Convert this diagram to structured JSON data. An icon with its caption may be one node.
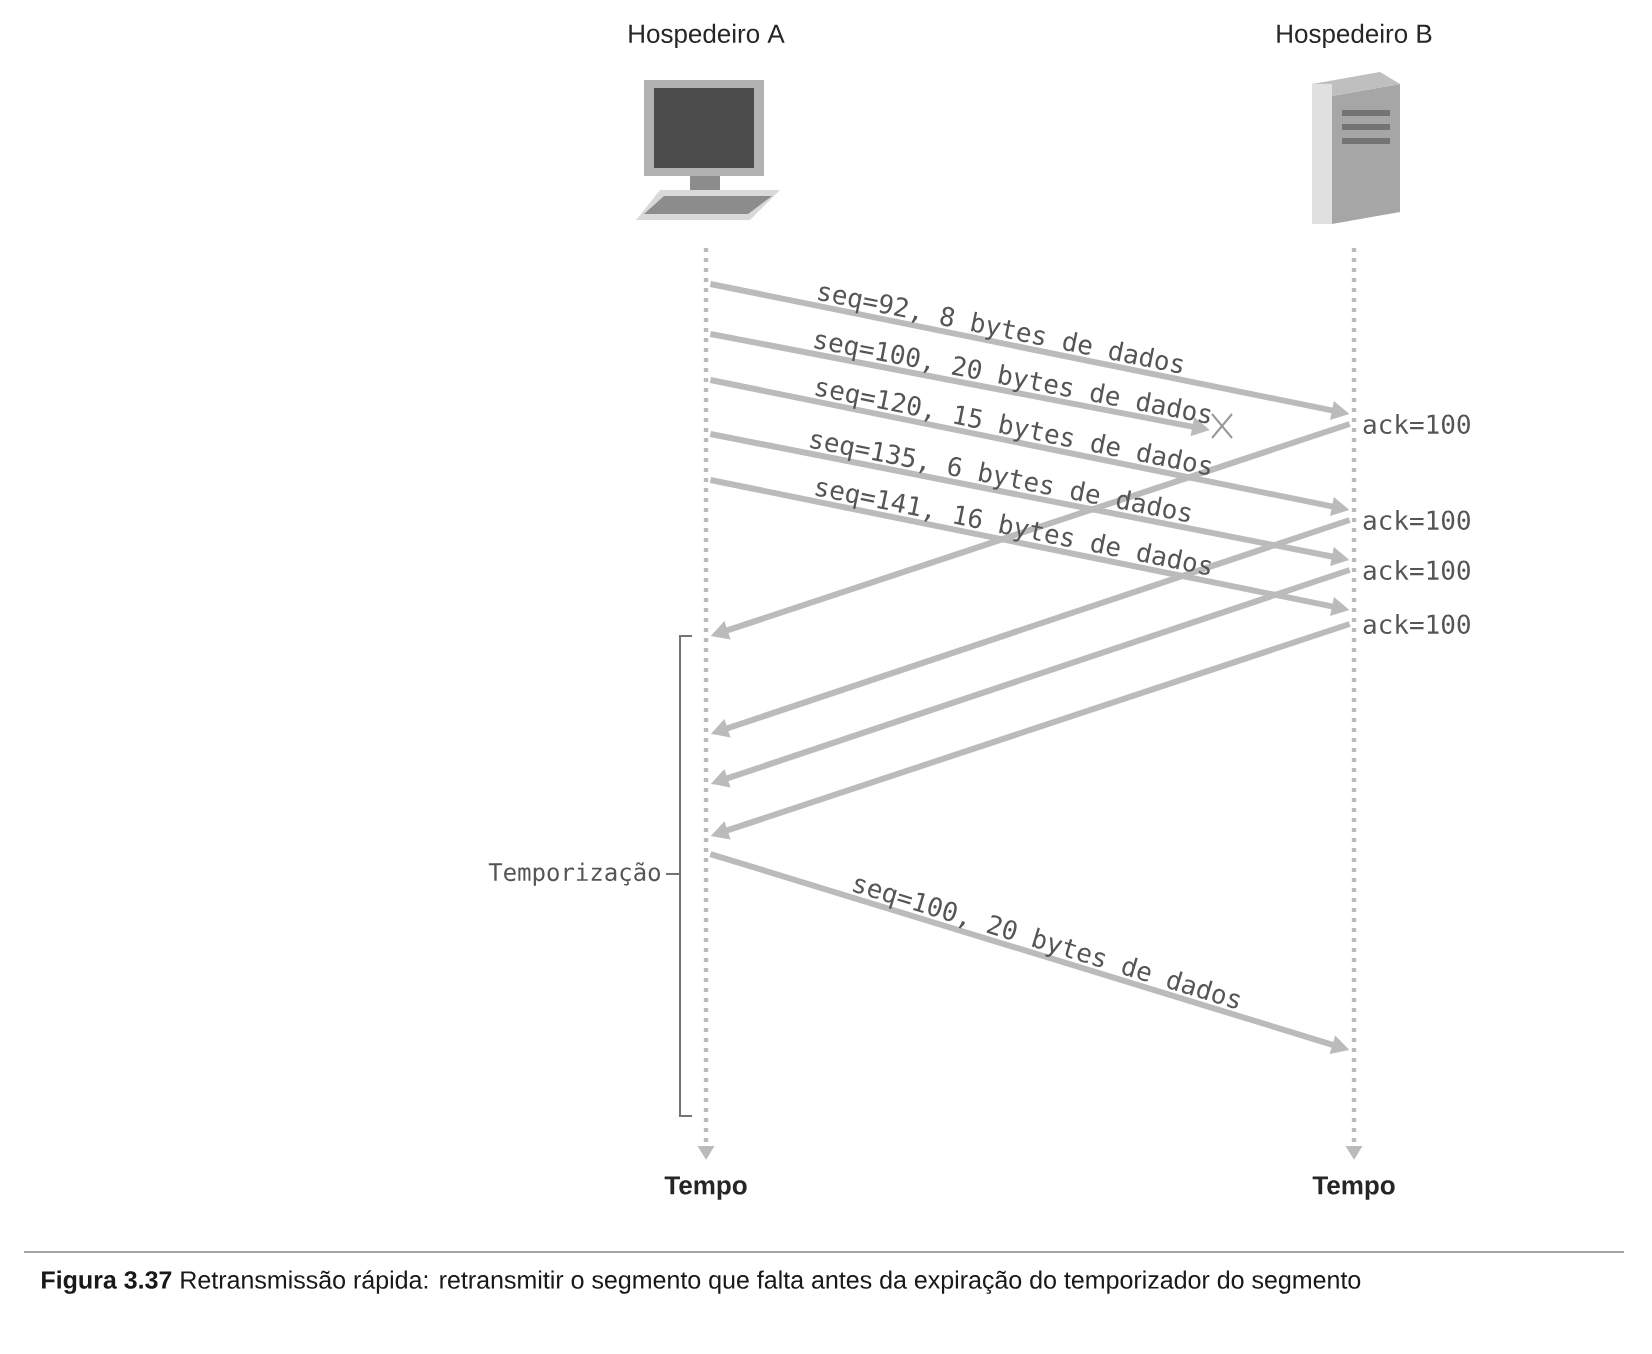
{
  "diagram": {
    "caption": "**Figura 3.37** Retransmissão rápida: retransmitir o segmento que falta antes da expiração do temporizador do segmento",
    "nodes": [
      {
        "text": [
          "Hospedeiro A"
        ]
      },
      {
        "text": [
          "Hospedeiro B"
        ]
      },
      {
        "text": [],
        "shape": "line",
        "beside": [
          "Tempo"
        ]
      },
      {
        "text": [],
        "shape": "line",
        "beside": [
          "Tempo"
        ]
      }
    ],
    "edges": [
      {
        "from": 2,
        "to": 3,
        "arrow": "to",
        "label": "seq=92, 8 bytes de dados"
      },
      {
        "from": 2,
        "to": null,
        "arrow": "to",
        "label": "seq=100, 20 bytes de dados"
      },
      {
        "from": 3,
        "to": 2,
        "arrow": "to",
        "label": "ack=100"
      },
      {
        "from": 2,
        "to": 3,
        "arrow": "to",
        "label": "seq=120, 15 bytes de dados"
      },
      {
        "from": 2,
        "to": 3,
        "arrow": "to",
        "label": "seq=135, 6 bytes de dados"
      },
      {
        "from": 2,
        "to": 3,
        "arrow": "to",
        "label": "seq=141, 16 bytes de dados"
      },
      {
        "from": 3,
        "to": 2,
        "arrow": "to",
        "label": "ack=100"
      },
      {
        "from": 3,
        "to": 2,
        "arrow": "to",
        "label": "ack=100"
      },
      {
        "from": 3,
        "to": 2,
        "arrow": "to",
        "label": "ack=100"
      },
      {
        "from": 2,
        "to": 3,
        "arrow": "to",
        "label": "seq=100, 20 bytes de dados"
      }
    ],
    "labels": [
      "Temporização"
    ]
  }
}
